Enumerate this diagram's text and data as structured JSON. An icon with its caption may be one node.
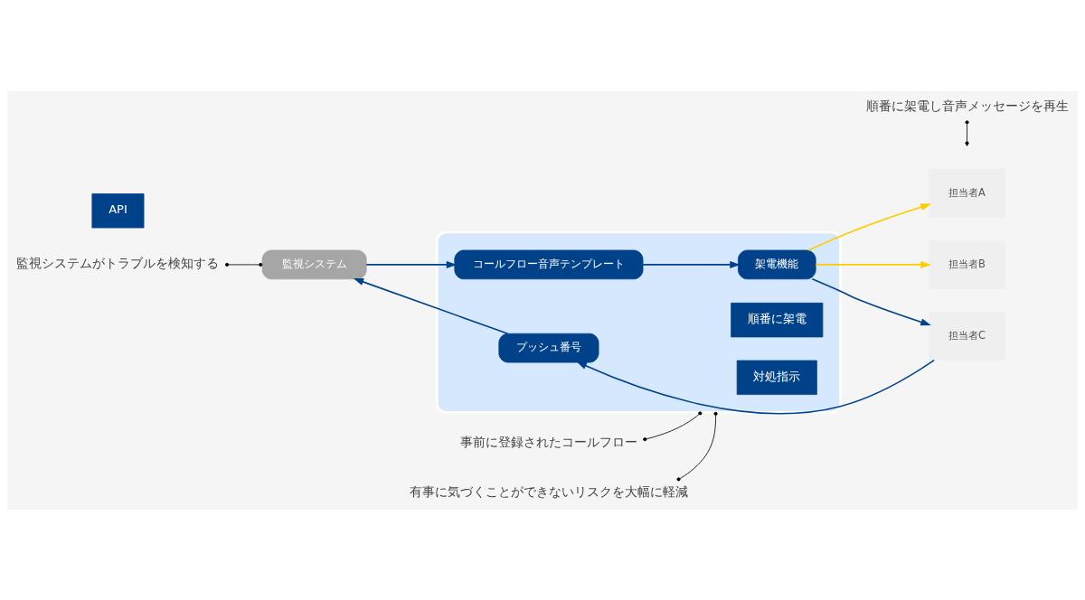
{
  "diagram": {
    "nodes": [
      {
        "text": [],
        "shape": "box"
      },
      {
        "text": [
          "API"
        ]
      },
      {
        "text": [
          "順番に架電"
        ],
        "in": 0
      },
      {
        "text": [
          "担当者A"
        ]
      },
      {
        "text": [
          "監視システム"
        ]
      },
      {
        "text": [
          "コールフロー音声テンプレート"
        ],
        "in": 0
      },
      {
        "text": [
          "架電機能"
        ],
        "in": 0
      },
      {
        "text": [
          "担当者B"
        ]
      },
      {
        "text": [
          "プッシュ番号"
        ],
        "in": 0
      },
      {
        "text": [
          "担当者C"
        ]
      },
      {
        "text": [
          "対処指示"
        ],
        "in": 0
      },
      {
        "text": [
          "順番に架電し音声メッセージを再生"
        ]
      },
      {
        "text": [
          "監視システムがトラブルを検知する"
        ]
      },
      {
        "text": [
          "事前に登録されたコールフロー"
        ]
      },
      {
        "text": [
          "有事に気づくことができないリスクを大幅に軽減"
        ]
      }
    ],
    "edges": [
      {
        "from": 4,
        "to": 5,
        "arrow": "to"
      },
      {
        "from": 5,
        "to": 6,
        "arrow": "to"
      },
      {
        "from": 6,
        "to": 3,
        "arrow": "to",
        "color": "#ffcc00"
      },
      {
        "from": 6,
        "to": 7,
        "arrow": "to",
        "color": "#ffcc00"
      },
      {
        "from": 6,
        "to": 9,
        "arrow": "to"
      },
      {
        "from": 9,
        "to": 8,
        "arrow": "to"
      },
      {
        "from": 8,
        "to": 4,
        "arrow": "to"
      },
      {
        "from": 11,
        "to": null,
        "arrow": "other",
        "color": "#000000"
      },
      {
        "from": 12,
        "to": 4,
        "arrow": "other",
        "color": "#000000"
      },
      {
        "from": 13,
        "to": 0,
        "arrow": "other",
        "color": "#000000"
      },
      {
        "from": 14,
        "to": 0,
        "arrow": "other",
        "color": "#000000"
      }
    ]
  }
}
